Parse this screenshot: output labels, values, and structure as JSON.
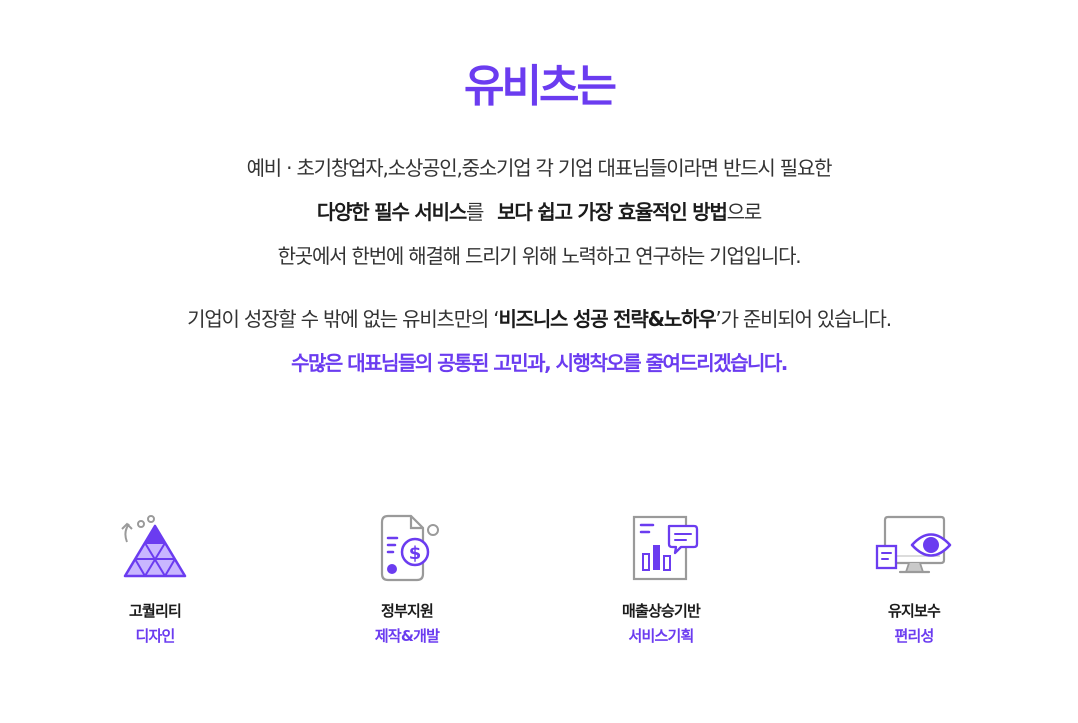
{
  "title": "유비츠는",
  "intro": {
    "line1": "예비 · 초기창업자,소상공인,중소기업 각 기업 대표님들이라면 반드시 필요한",
    "line2_bold_a": "다양한 필수 서비스",
    "line2_mid": "를",
    "line2_bold_b": "보다 쉽고 가장 효율적인 방법",
    "line2_end": "으로",
    "line3": "한곳에서 한번에 해결해 드리기 위해 노력하고 연구하는 기업입니다."
  },
  "para2": {
    "lead": "기업이 성장할 수 밖에 없는 유비츠만의 ‘",
    "bold": "비즈니스 성공 전략&노하우",
    "tail": "’가 준비되어 있습니다.",
    "accent_line": "수많은 대표님들의 공통된 고민과, 시행착오를 줄여드리겠습니다."
  },
  "colors": {
    "accent": "#6b3cf0",
    "text": "#222222"
  },
  "features": [
    {
      "icon": "pyramid-quality-icon",
      "title": "고퀄리티",
      "subtitle": "디자인"
    },
    {
      "icon": "grant-document-icon",
      "title": "정부지원",
      "subtitle": "제작&개발"
    },
    {
      "icon": "sales-chart-icon",
      "title": "매출상승기반",
      "subtitle": "서비스기획"
    },
    {
      "icon": "monitor-eye-icon",
      "title": "유지보수",
      "subtitle": "편리성"
    }
  ]
}
